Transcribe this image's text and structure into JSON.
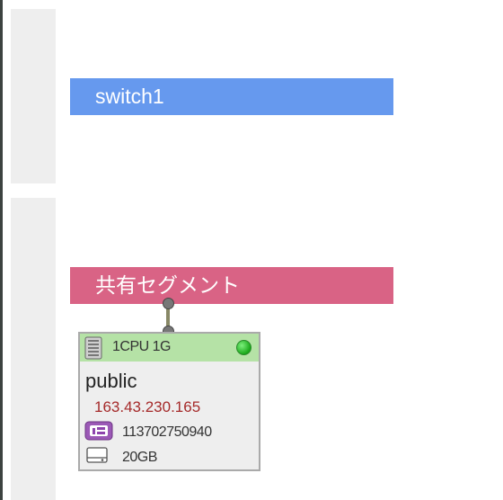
{
  "switch": {
    "label": "switch1",
    "color": "#6699ee"
  },
  "shared_segment": {
    "label": "共有セグメント",
    "color": "#d96385"
  },
  "server": {
    "spec": "1CPU 1G",
    "name": "public",
    "ip": "163.43.230.165",
    "resource_id": "113702750940",
    "disk": "20GB",
    "status_color": "#22bb22",
    "header_color": "#b5e2a6",
    "icons": {
      "server": "server-icon",
      "id": "id-card-icon",
      "disk": "disk-icon",
      "status": "status-dot"
    }
  }
}
